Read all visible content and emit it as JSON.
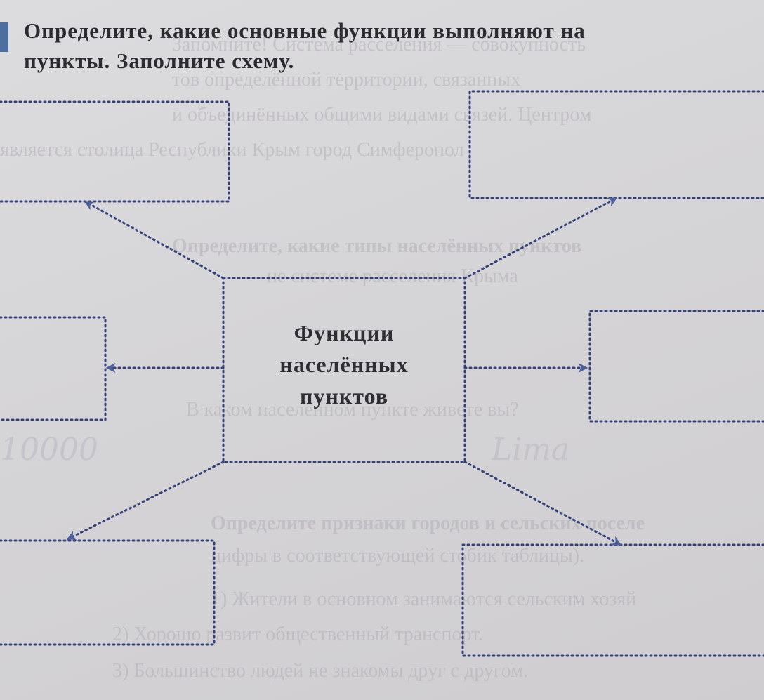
{
  "task": {
    "line1": "Определите, какие основные функции выполняют на",
    "line2": "пункты. Заполните схему."
  },
  "scheme": {
    "center_line1": "Функции",
    "center_line2": "населённых",
    "center_line3": "пунктов"
  },
  "background_text": {
    "g1": "Запомните! Система расселения — совокупность",
    "g2": "тов определённой территории, связанных",
    "g3": "и объединённых общими видами связей. Центром",
    "g4": "является столица Республики Крым город Симферопол",
    "g5": "Определите, какие типы населённых пунктов",
    "g6": "не системе расселения Крыма",
    "g7": "В каком населённом пункте живете вы?",
    "g8": "Определите признаки городов и сельских поселе",
    "g9": "цифры в соответствующей стобик таблицы).",
    "g10": "1) Жители в основном занимаются сельским хозяй",
    "g11": "2) Хорошо развит общественный транспорт.",
    "g12": "3) Большинство людей не знакомы друг с другом."
  },
  "handwriting": {
    "h1": "10000",
    "h2": "Lima"
  }
}
